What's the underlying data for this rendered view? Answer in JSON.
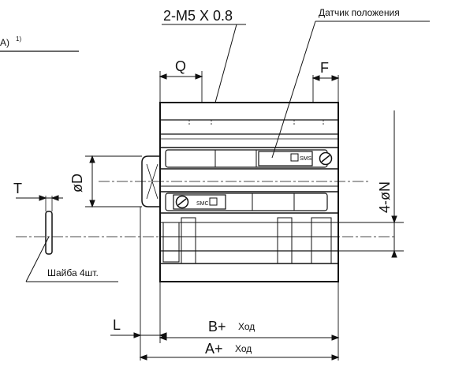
{
  "header": {
    "left_fragment": "A)",
    "left_superscript": "1)"
  },
  "labels": {
    "thread": "2-M5 X 0.8",
    "sensor": "Датчик положения",
    "washer": "Шайба 4шт.",
    "q": "Q",
    "f": "F",
    "t": "T",
    "od": "øD",
    "n": "4-øN",
    "l": "L",
    "b": "B+",
    "a": "A+",
    "stroke_b": "Ход",
    "stroke_a": "Ход",
    "smc_top": "SMS",
    "smc_bottom": "SMC"
  }
}
